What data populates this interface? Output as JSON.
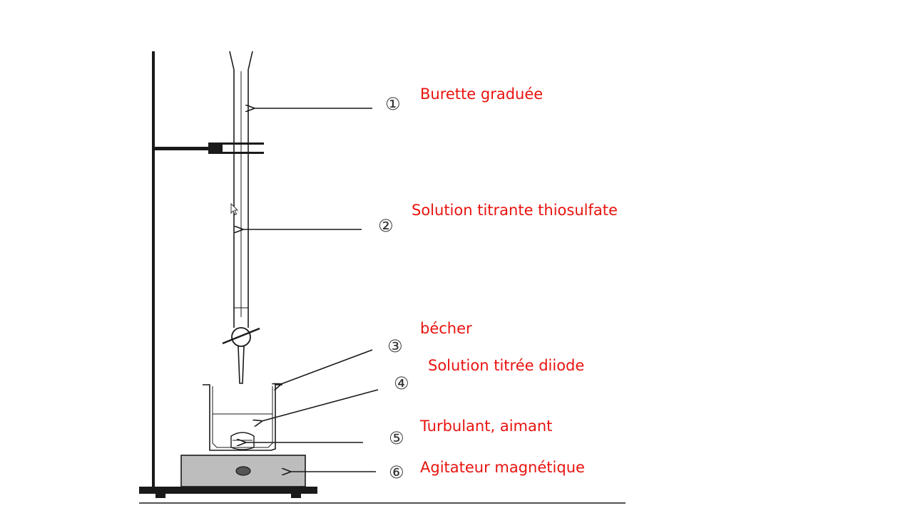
{
  "labels": {
    "burette": "Burette graduée",
    "solution_titrante": "Solution titrante thiosulfate",
    "becher": "bécher",
    "solution_titree": "Solution titrée diiode",
    "turbulant": "Turbulant, aimant",
    "agitateur": "Agitateur magnétique"
  },
  "numbers": {
    "n1": "①",
    "n2": "②",
    "n3": "③",
    "n4": "④",
    "n5": "⑤",
    "n6": "⑥"
  },
  "colors": {
    "label": "#e8130f",
    "line": "#1a1a1a",
    "stirrer_body": "#bdbdbd"
  },
  "icons": {
    "cursor": "mouse-pointer-icon"
  }
}
